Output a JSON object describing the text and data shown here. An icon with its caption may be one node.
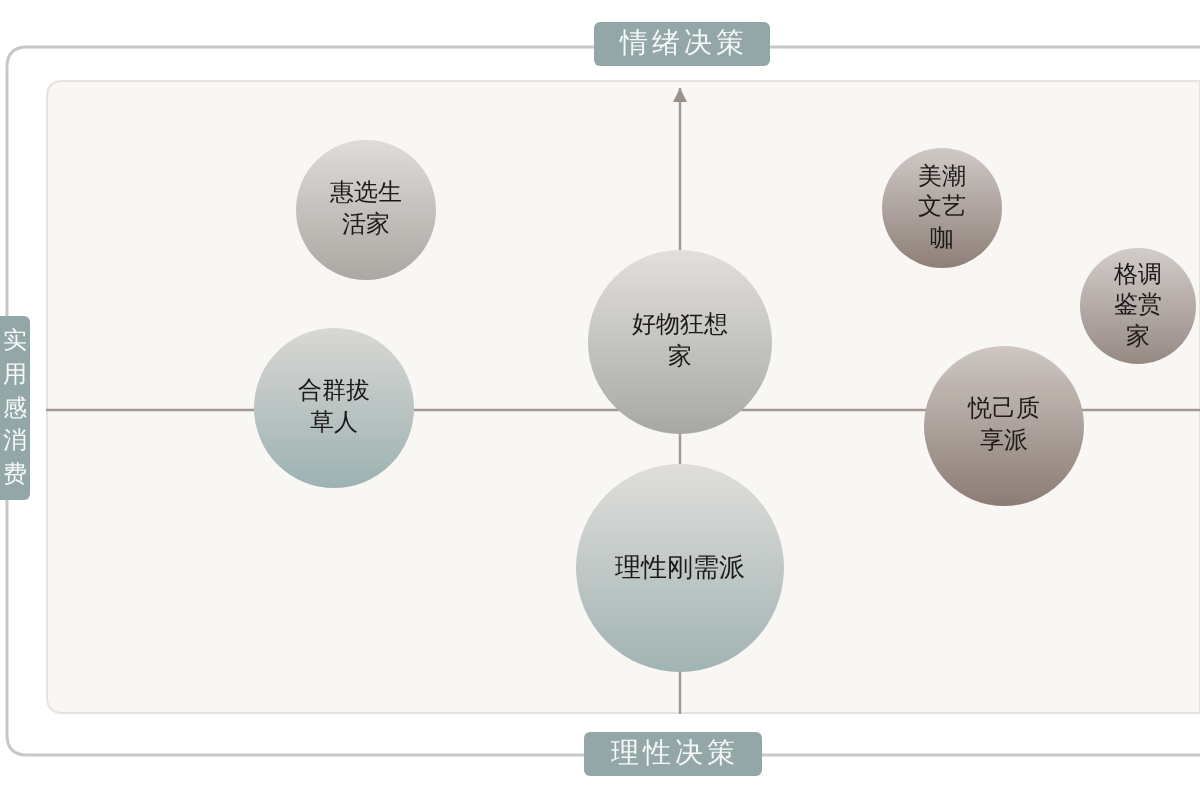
{
  "diagram": {
    "nodes": [
      {
        "text": [
          "情绪决策"
        ]
      },
      {
        "text": [
          "惠选生活家"
        ]
      },
      {
        "text": [
          "美潮文艺咖"
        ]
      },
      {
        "text": [
          "格调鉴赏家"
        ]
      },
      {
        "text": [
          "好物狂想家"
        ]
      },
      {
        "text": [
          "实用感消费"
        ]
      },
      {
        "text": [
          "合群拔草人"
        ]
      },
      {
        "text": [
          "悦己质享派"
        ]
      },
      {
        "text": [
          "理性刚需派"
        ]
      },
      {
        "text": [
          "理性决策"
        ]
      }
    ]
  }
}
